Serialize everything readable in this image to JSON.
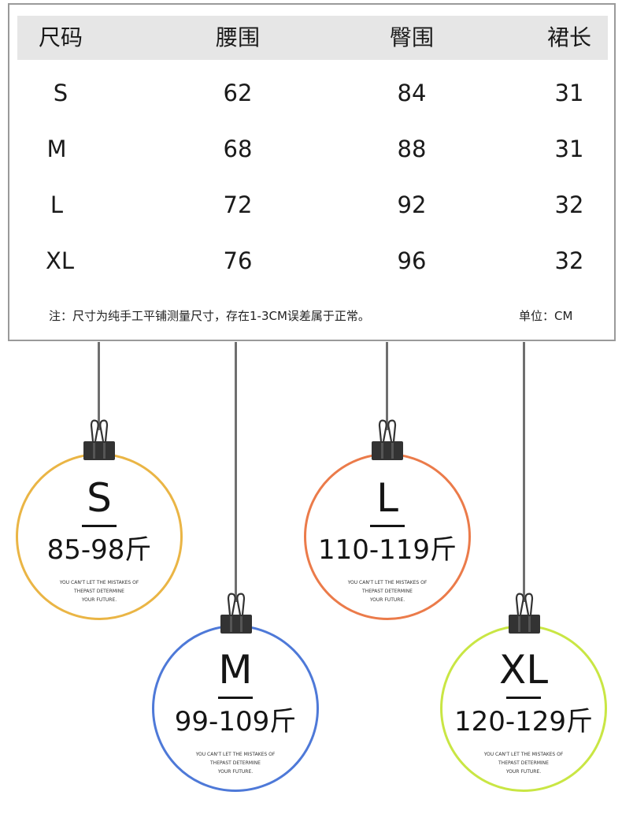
{
  "table": {
    "headers": [
      "尺码",
      "腰围",
      "臀围",
      "裙长"
    ],
    "rows": [
      [
        "S",
        "62",
        "84",
        "31"
      ],
      [
        "M",
        "68",
        "88",
        "31"
      ],
      [
        "L",
        "72",
        "92",
        "32"
      ],
      [
        "XL",
        "76",
        "96",
        "32"
      ]
    ],
    "note": "注：尺寸为纯手工平铺测量尺寸，存在1-3CM误差属于正常。",
    "unit": "单位：CM"
  },
  "tags": [
    {
      "size": "S",
      "weight": "85-98斤",
      "color": "#eab545"
    },
    {
      "size": "M",
      "weight": "99-109斤",
      "color": "#4e79d8"
    },
    {
      "size": "L",
      "weight": "110-119斤",
      "color": "#eb7b4a"
    },
    {
      "size": "XL",
      "weight": "120-129斤",
      "color": "#c9e644"
    }
  ],
  "tag_quote": [
    "YOU CAN'T LET THE MISTAKES OF",
    "THEPAST DETERMINE",
    "YOUR FUTURE."
  ],
  "colors": {
    "border": "#9a9a9a",
    "header_band": "#e6e6e6",
    "string": "#6f6f6f",
    "clip": "#333333"
  }
}
